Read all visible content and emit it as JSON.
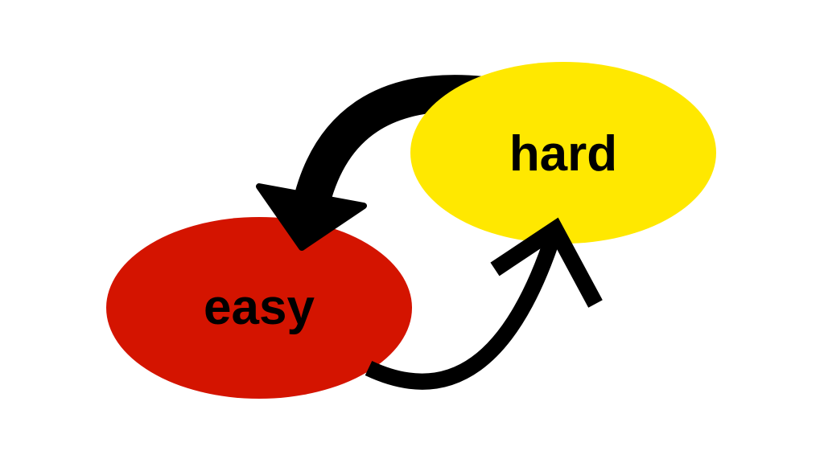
{
  "nodes": {
    "easy": {
      "label": "easy",
      "color": "#d41400"
    },
    "hard": {
      "label": "hard",
      "color": "#ffe800"
    }
  },
  "arrows": [
    {
      "from": "hard",
      "to": "easy",
      "style": "thick"
    },
    {
      "from": "easy",
      "to": "hard",
      "style": "thin"
    }
  ]
}
